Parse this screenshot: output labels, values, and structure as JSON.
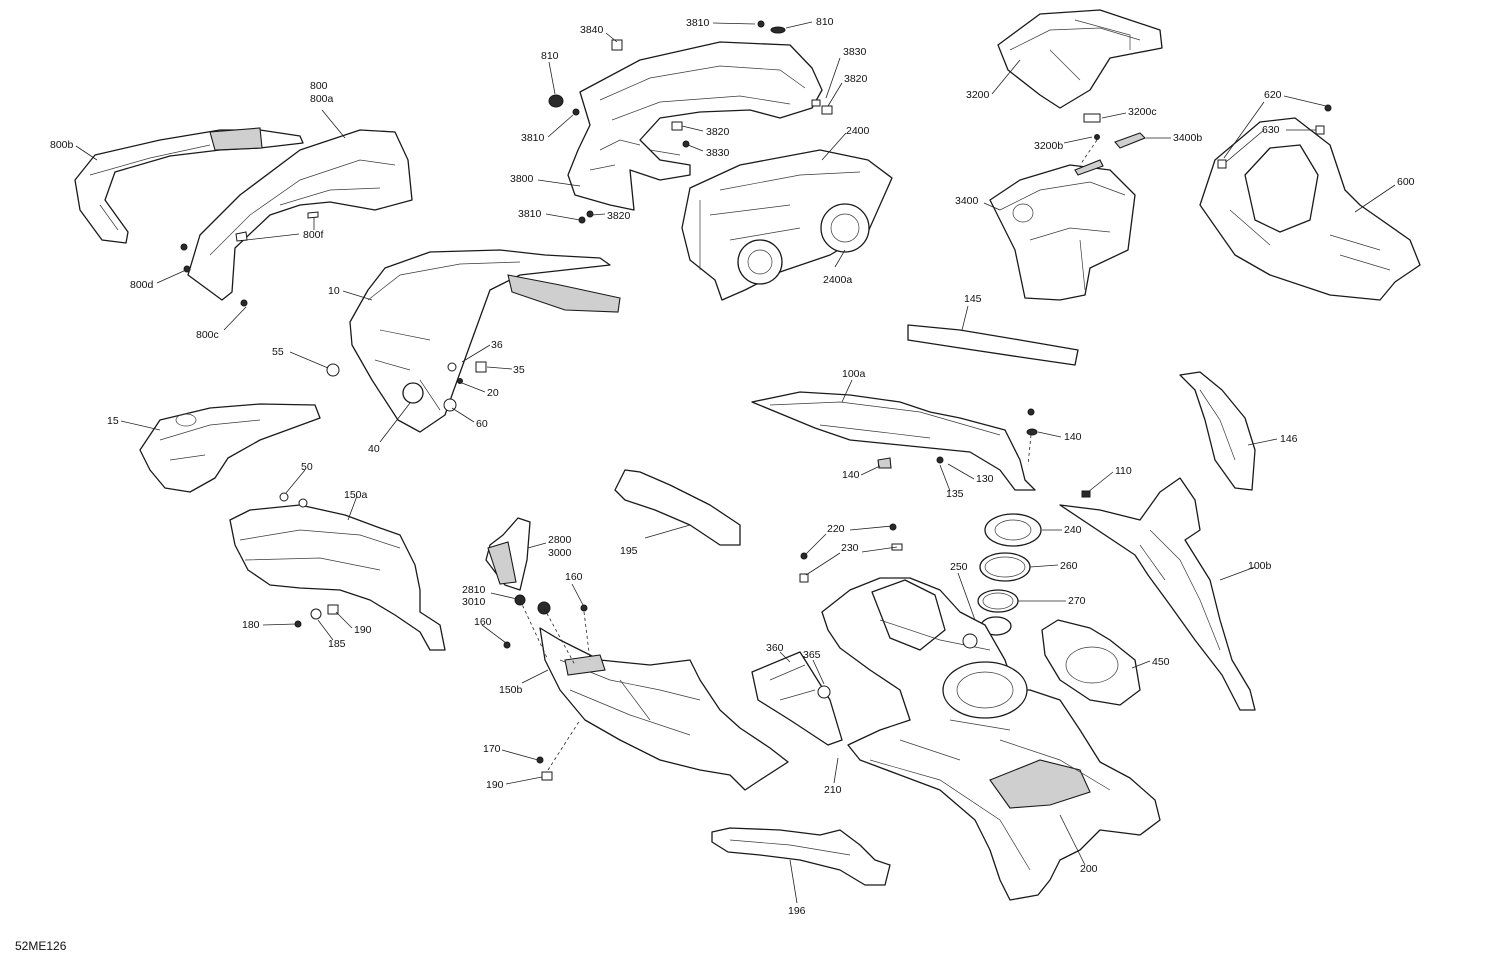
{
  "diagram_ref": "52ME126",
  "callouts": {
    "c3810a": "3810",
    "c810a": "810",
    "c3840": "3840",
    "c810b": "810",
    "c3830a": "3830",
    "c3820a": "3820",
    "c3810b": "3810",
    "c3820b": "3820",
    "c3830b": "3830",
    "c3800": "3800",
    "c3810c": "3810",
    "c3820c": "3820",
    "c2400": "2400",
    "c2400a": "2400a",
    "c3200": "3200",
    "c3200c": "3200c",
    "c3200b": "3200b",
    "c3400b": "3400b",
    "c3400": "3400",
    "c620": "620",
    "c630": "630",
    "c600": "600",
    "c800": "800",
    "c800a": "800a",
    "c800b": "800b",
    "c800d": "800d",
    "c800f": "800f",
    "c800c": "800c",
    "c10": "10",
    "c55": "55",
    "c36": "36",
    "c35": "35",
    "c20": "20",
    "c40": "40",
    "c60": "60",
    "c15": "15",
    "c145": "145",
    "c100a": "100a",
    "c140a": "140",
    "c140b": "140",
    "c130": "130",
    "c135": "135",
    "c146": "146",
    "c110": "110",
    "c100b": "100b",
    "c50": "50",
    "c150a": "150a",
    "c180": "180",
    "c185": "185",
    "c190a": "190",
    "c195": "195",
    "c2800": "2800",
    "c3000": "3000",
    "c2810": "2810",
    "c3010": "3010",
    "c160a": "160",
    "c160b": "160",
    "c150b": "150b",
    "c170": "170",
    "c190b": "190",
    "c220": "220",
    "c230": "230",
    "c240": "240",
    "c250": "250",
    "c260": "260",
    "c270": "270",
    "c450": "450",
    "c360": "360",
    "c365": "365",
    "c210": "210",
    "c200": "200",
    "c196": "196"
  }
}
